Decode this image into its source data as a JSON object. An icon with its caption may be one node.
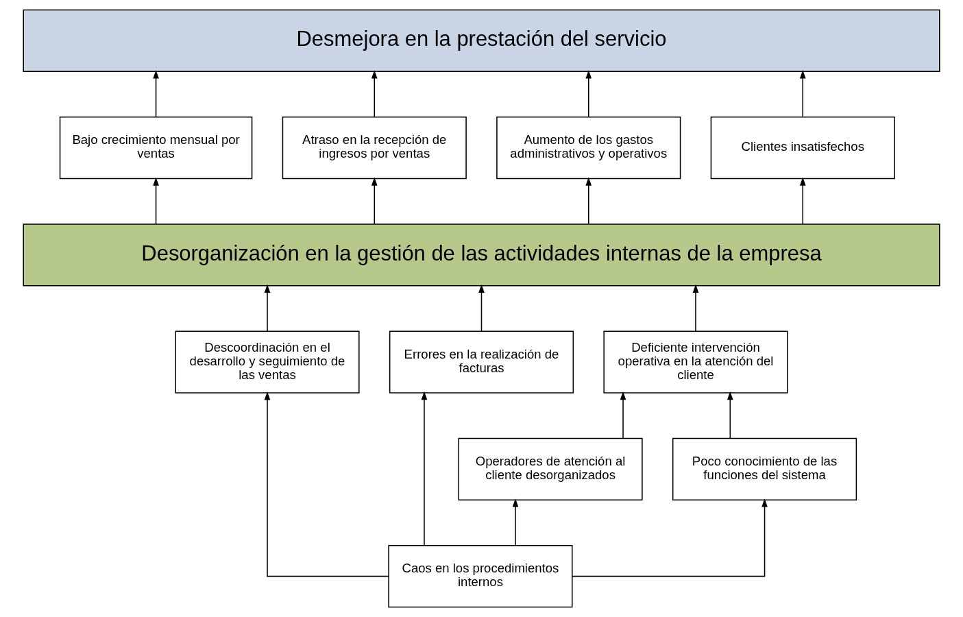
{
  "diagram": {
    "nodes": [
      {
        "text": [
          "Desmejora en la prestación del servicio"
        ]
      },
      {
        "text": [
          "Bajo crecimiento mensual por ventas"
        ]
      },
      {
        "text": [
          "Atraso en la recepción de ingresos por ventas"
        ]
      },
      {
        "text": [
          "Aumento de los gastos administrativos y operativos"
        ]
      },
      {
        "text": [
          "Clientes insatisfechos"
        ]
      },
      {
        "text": [
          "Desorganización en la gestión de las actividades internas de la empresa"
        ]
      },
      {
        "text": [
          "Deficiente intervención operativa en la atención del cliente"
        ]
      },
      {
        "text": [
          "Descoordinación en el desarrollo y seguimiento de las ventas"
        ]
      },
      {
        "text": [
          "Errores en la realización de facturas"
        ]
      },
      {
        "text": [
          "Operadores de atención al cliente desorganizados"
        ]
      },
      {
        "text": [
          "Poco conocimiento de las funciones del sistema"
        ]
      },
      {
        "text": [
          "Caos en los procedimientos internos"
        ]
      }
    ],
    "edges": [
      {
        "from": 1,
        "to": 0,
        "arrow": "to"
      },
      {
        "from": 2,
        "to": 0,
        "arrow": "to"
      },
      {
        "from": 3,
        "to": 0,
        "arrow": "to"
      },
      {
        "from": 4,
        "to": 0,
        "arrow": "to"
      },
      {
        "from": 5,
        "to": 1,
        "arrow": "to"
      },
      {
        "from": 5,
        "to": 2,
        "arrow": "to"
      },
      {
        "from": 5,
        "to": 3,
        "arrow": "to"
      },
      {
        "from": 5,
        "to": 4,
        "arrow": "to"
      },
      {
        "from": 6,
        "to": 5,
        "arrow": "to"
      },
      {
        "from": 7,
        "to": 5,
        "arrow": "to"
      },
      {
        "from": 8,
        "to": 5,
        "arrow": "to"
      },
      {
        "from": 9,
        "to": 6,
        "arrow": "to"
      },
      {
        "from": 10,
        "to": 6,
        "arrow": "to"
      },
      {
        "from": 11,
        "to": 9,
        "arrow": "to"
      },
      {
        "from": 11,
        "to": 10,
        "arrow": "to"
      },
      {
        "from": 11,
        "to": 7,
        "arrow": "to"
      },
      {
        "from": 11,
        "to": 8,
        "arrow": "to"
      }
    ]
  }
}
